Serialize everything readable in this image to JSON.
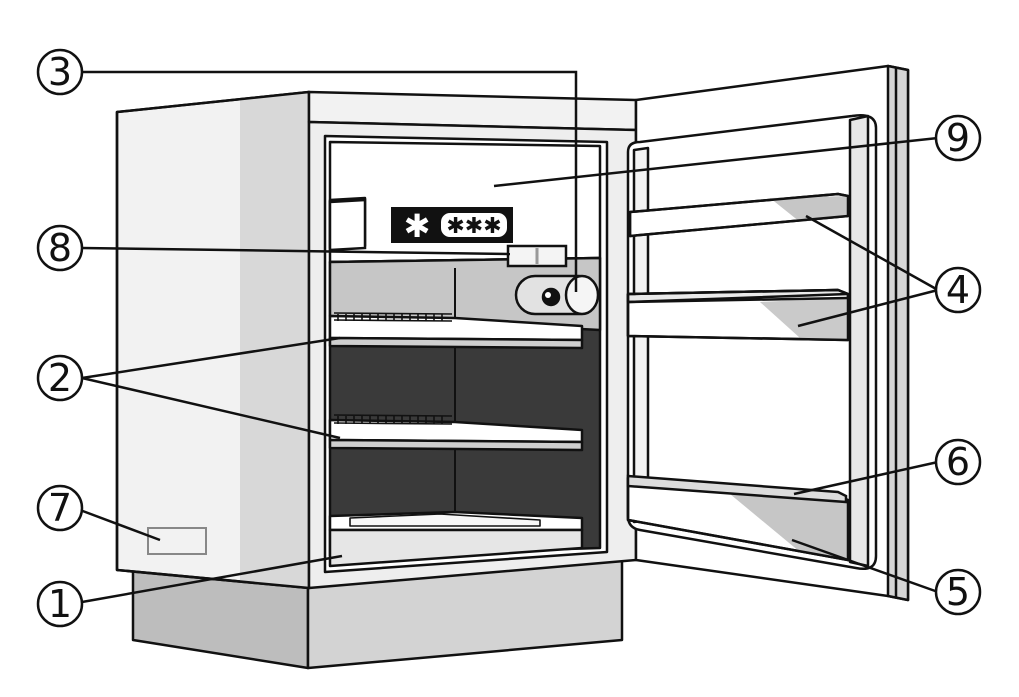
{
  "diagram": {
    "freezer_badge": {
      "snowflake": "✱",
      "stars": "✱✱✱"
    },
    "callouts": [
      {
        "id": "3",
        "label": "3"
      },
      {
        "id": "8",
        "label": "8"
      },
      {
        "id": "2",
        "label": "2"
      },
      {
        "id": "7",
        "label": "7"
      },
      {
        "id": "1",
        "label": "1"
      },
      {
        "id": "9",
        "label": "9"
      },
      {
        "id": "4",
        "label": "4"
      },
      {
        "id": "6",
        "label": "6"
      },
      {
        "id": "5",
        "label": "5"
      }
    ]
  },
  "colors": {
    "outline": "#111111",
    "interior_dark": "#3a3a3a",
    "panel_light": "#f2f2f2",
    "panel_mid": "#d8d8d8",
    "panel_shade": "#c2c2c2",
    "plinth": "#bdbdbd"
  }
}
